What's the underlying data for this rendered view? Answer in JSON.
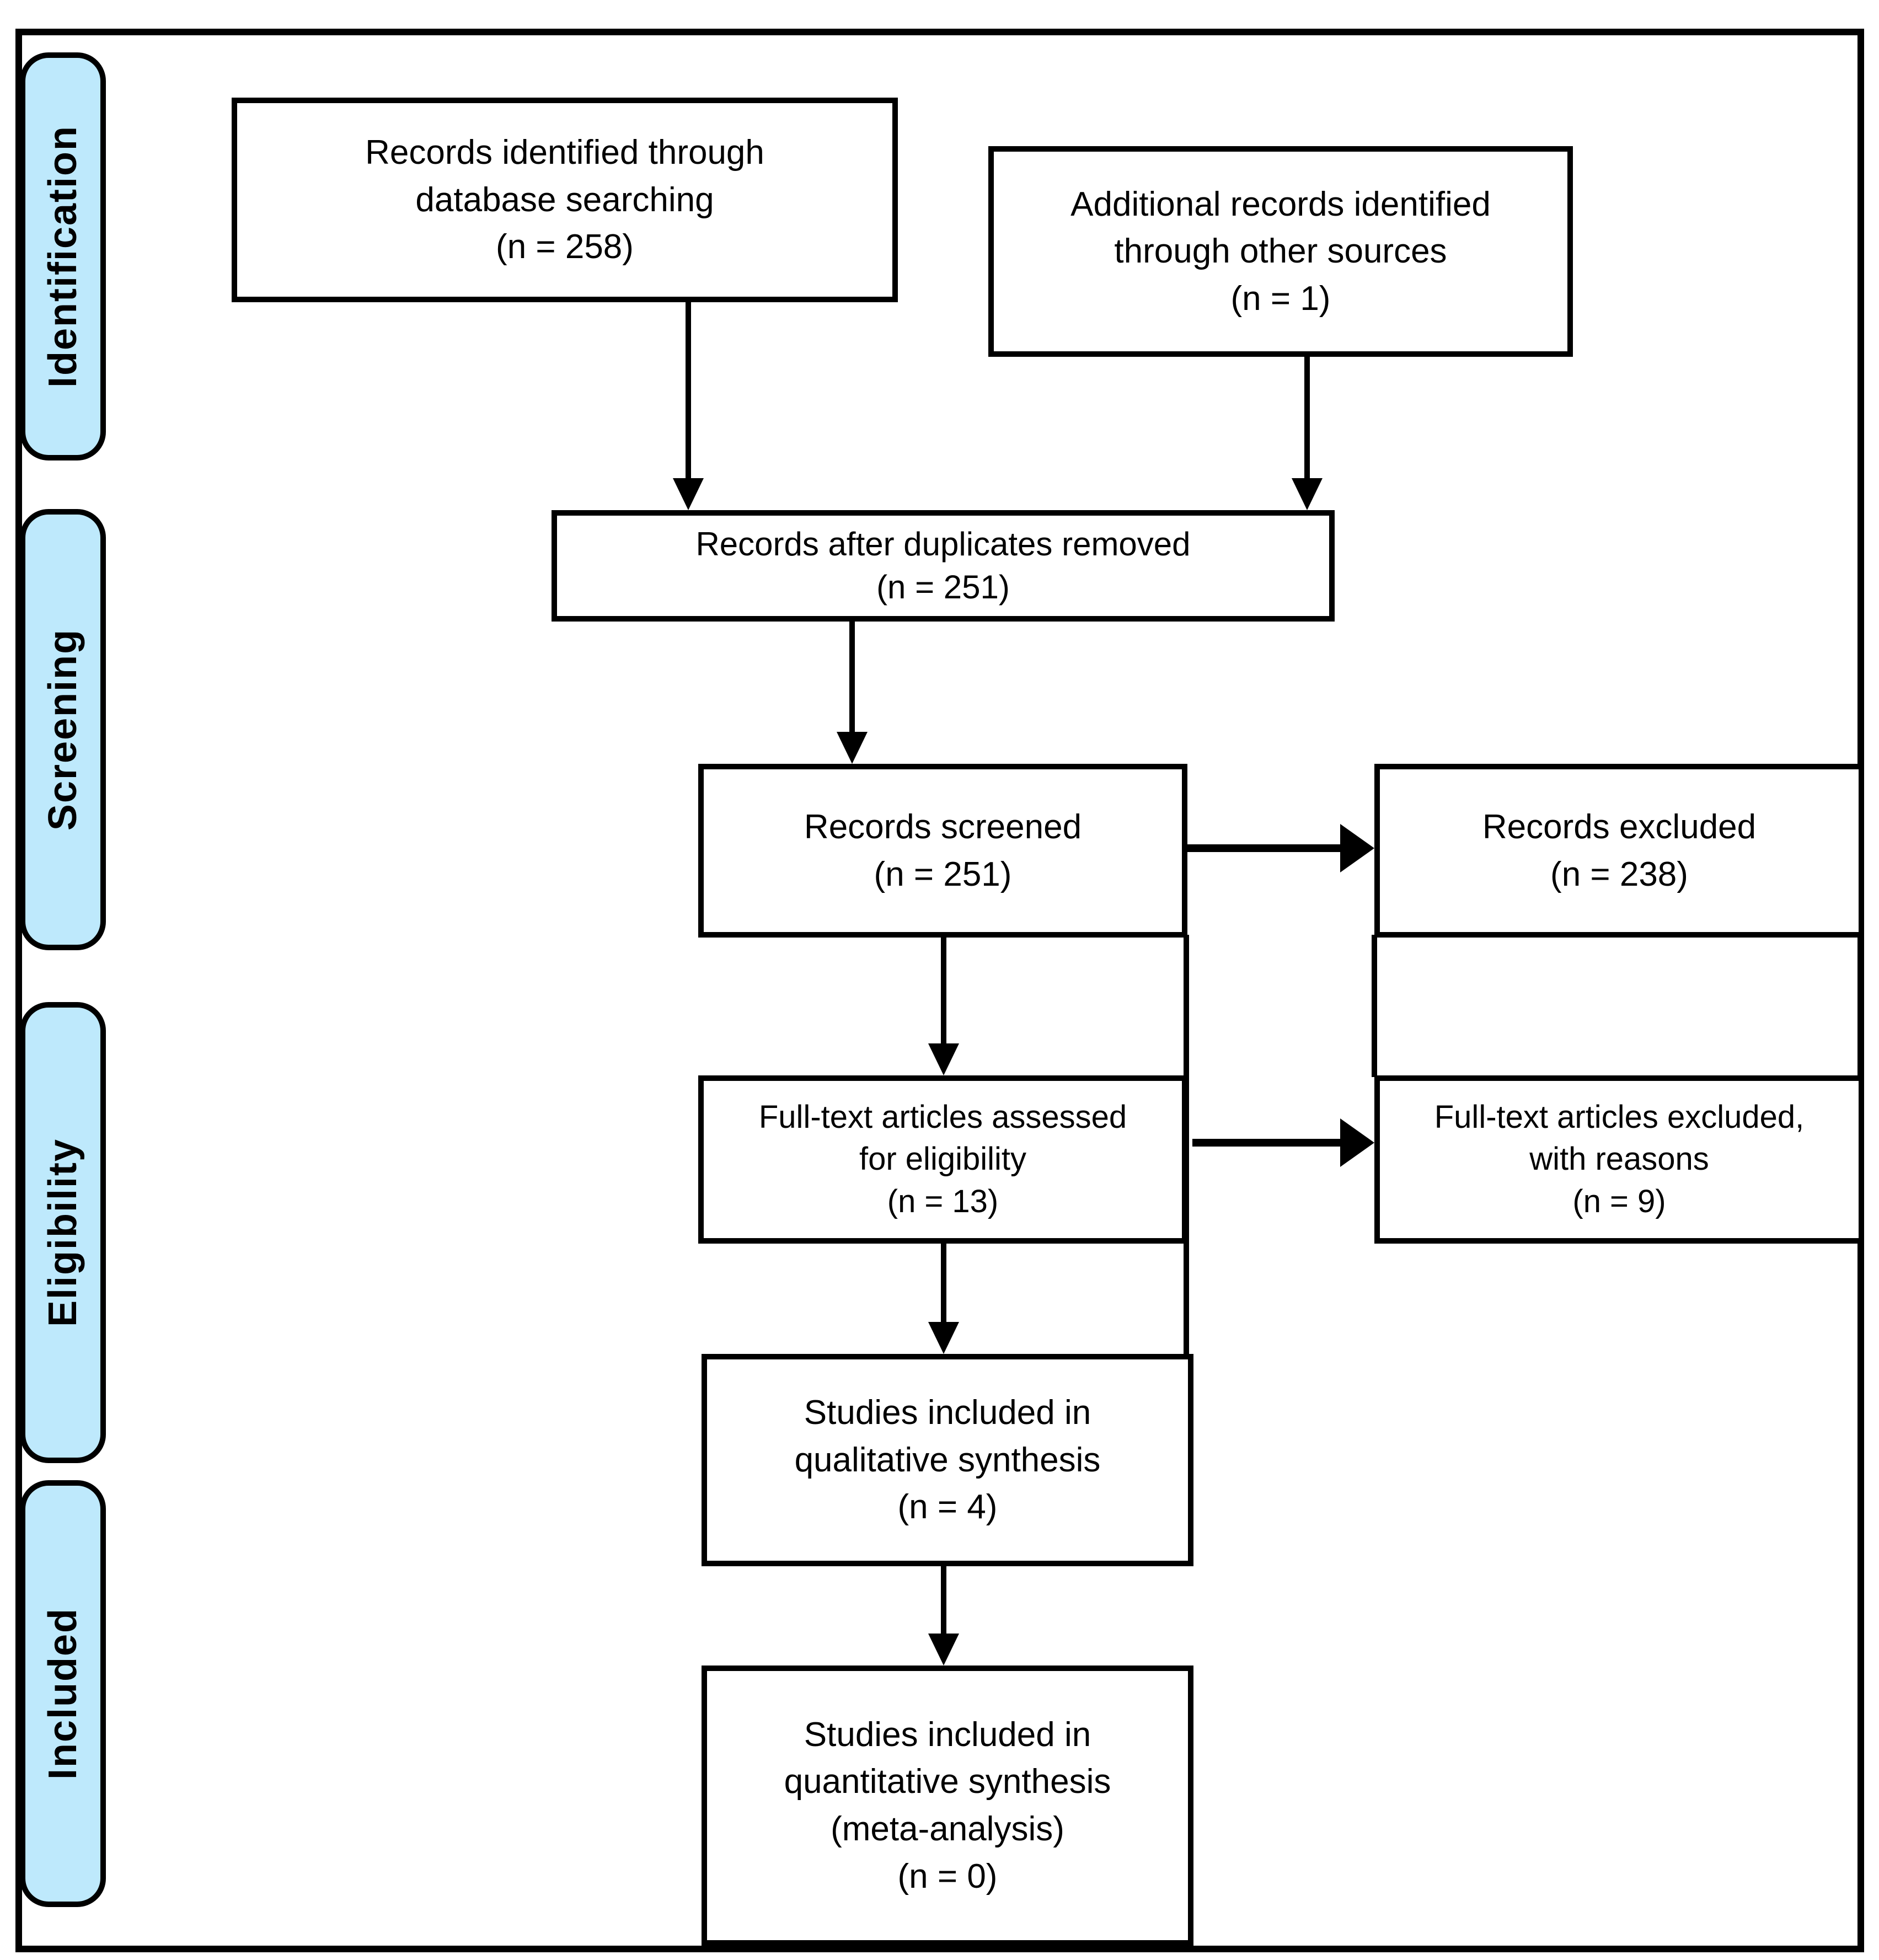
{
  "figure": {
    "type": "prisma-flow-diagram",
    "accent_color": "#bee9fc",
    "border_color": "#000000",
    "stages": [
      {
        "id": "identification",
        "label": "Identification"
      },
      {
        "id": "screening",
        "label": "Screening"
      },
      {
        "id": "eligibility",
        "label": "Eligibility"
      },
      {
        "id": "included",
        "label": "Included"
      }
    ],
    "boxes": [
      {
        "id": "records-identified",
        "lines": [
          "Records identified through",
          "database searching",
          "(n = 258)"
        ]
      },
      {
        "id": "additional-records",
        "lines": [
          "Additional records identified",
          "through other sources",
          "(n = 1)"
        ]
      },
      {
        "id": "duplicates-removed",
        "lines": [
          "Records after duplicates removed",
          "(n = 251)"
        ]
      },
      {
        "id": "records-screened",
        "lines": [
          "Records screened",
          "(n = 251)"
        ]
      },
      {
        "id": "records-excluded",
        "lines": [
          "Records excluded",
          "(n = 238)"
        ]
      },
      {
        "id": "fulltext-assessed",
        "lines": [
          "Full-text articles assessed",
          "for eligibility",
          "(n = 13)"
        ]
      },
      {
        "id": "fulltext-excluded",
        "lines": [
          "Full-text articles excluded,",
          "with reasons",
          "(n = 9)"
        ]
      },
      {
        "id": "qualitative-synthesis",
        "lines": [
          "Studies included in",
          "qualitative synthesis",
          "(n = 4)"
        ]
      },
      {
        "id": "quantitative-synthesis",
        "lines": [
          "Studies included in",
          "quantitative synthesis",
          "(meta-analysis)",
          "(n = 0)"
        ]
      }
    ]
  }
}
